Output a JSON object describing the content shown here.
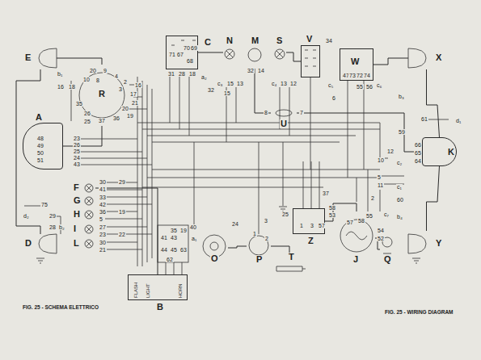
{
  "diagram": {
    "caption": "FIG. 25 - WIRING DIAGRAM",
    "nodes": [
      {
        "text": [
          "E"
        ]
      },
      {
        "text": [
          "R"
        ]
      },
      {
        "text": [
          "C"
        ]
      },
      {
        "text": [
          "N"
        ]
      },
      {
        "text": [
          "M"
        ]
      },
      {
        "text": [
          "S"
        ]
      },
      {
        "text": [
          "V"
        ]
      },
      {
        "text": [
          "W"
        ]
      },
      {
        "text": [
          "X"
        ]
      },
      {
        "text": [
          "A"
        ]
      },
      {
        "text": [
          "U"
        ]
      },
      {
        "text": [
          "K"
        ]
      },
      {
        "text": [
          "F"
        ]
      },
      {
        "text": [
          "G"
        ]
      },
      {
        "text": [
          "H"
        ]
      },
      {
        "text": [
          "I"
        ]
      },
      {
        "text": [
          "L"
        ]
      },
      {
        "text": [
          "D"
        ]
      },
      {
        "text": [
          "B"
        ]
      },
      {
        "text": [
          "O"
        ]
      },
      {
        "text": [
          "P"
        ]
      },
      {
        "text": [
          "T"
        ]
      },
      {
        "text": [
          "Z"
        ]
      },
      {
        "text": [
          "J"
        ]
      },
      {
        "text": [
          "Q"
        ]
      },
      {
        "text": [
          "Y"
        ]
      }
    ],
    "edges": [
      {
        "from": 0,
        "to": 1,
        "arrow": "none"
      },
      {
        "from": 3,
        "to": 2,
        "arrow": "none"
      },
      {
        "from": 4,
        "to": 10,
        "arrow": "none"
      },
      {
        "from": 7,
        "to": 8,
        "arrow": "none"
      },
      {
        "from": 8,
        "to": 11,
        "arrow": "none"
      },
      {
        "from": 11,
        "to": 10,
        "arrow": "none"
      },
      {
        "from": 25,
        "to": 11,
        "arrow": "none"
      },
      {
        "from": 0,
        "to": 17,
        "arrow": "none"
      },
      {
        "from": 9,
        "to": 1,
        "arrow": "none"
      },
      {
        "from": 19,
        "to": 20,
        "arrow": "none"
      },
      {
        "from": 20,
        "to": 21,
        "arrow": "none"
      },
      {
        "from": 23,
        "to": 22,
        "arrow": "none"
      },
      {
        "from": 23,
        "to": 24,
        "arrow": "none"
      },
      {
        "from": 18,
        "to": 12,
        "arrow": "none"
      },
      {
        "from": 5,
        "to": 6,
        "arrow": "none"
      }
    ],
    "labels": [
      "FIG. 25 - SCHEMA ELETTRICO",
      "b₁",
      "18",
      "16",
      "20",
      "9",
      "10",
      "8",
      "4",
      "2",
      "3",
      "16",
      "17",
      "21",
      "20",
      "35",
      "26",
      "25",
      "37",
      "36",
      "19",
      "71",
      "67",
      "70",
      "69",
      "68",
      "31",
      "28",
      "18",
      "a₂",
      "32",
      "c₃",
      "15",
      "13",
      "32",
      "14",
      "c₄",
      "13",
      "12",
      "15",
      "34",
      "47",
      "73",
      "72",
      "74",
      "c₅",
      "55",
      "56",
      "c₆",
      "6",
      "b₃",
      "61",
      "d₁",
      "59",
      "8",
      "7",
      "48",
      "49",
      "50",
      "51",
      "23",
      "26",
      "25",
      "24",
      "43",
      "66",
      "65",
      "64",
      "12",
      "10",
      "c₂",
      "5",
      "11",
      "c₁",
      "60",
      "b₄",
      "30",
      "41",
      "33",
      "42",
      "36",
      "5",
      "27",
      "23",
      "30",
      "21",
      "29",
      "19",
      "22",
      "75",
      "d₂",
      "29",
      "28",
      "b₂",
      "35",
      "19",
      "41",
      "43",
      "44",
      "45",
      "63",
      "62",
      "a₁",
      "40",
      "24",
      "1",
      "3",
      "2",
      "25",
      "1",
      "3",
      "57",
      "58",
      "53",
      "57",
      "58",
      "55",
      "54",
      "52",
      "2",
      "c₇",
      "37",
      "FLASH",
      "LIGHT",
      "HORN"
    ]
  }
}
